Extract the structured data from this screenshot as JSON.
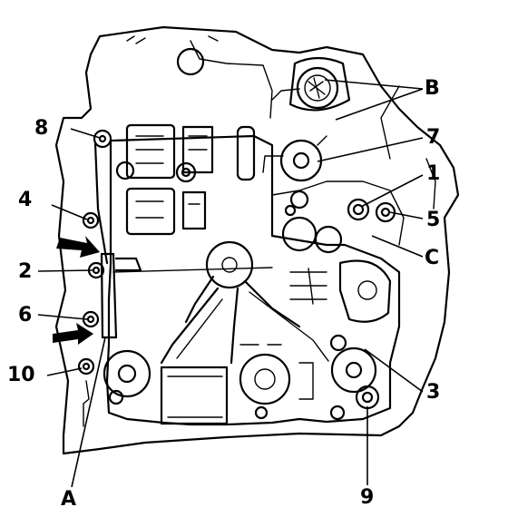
{
  "callouts": {
    "c1": "1",
    "c2": "2",
    "c3": "3",
    "c4": "4",
    "c5": "5",
    "c6": "6",
    "c7": "7",
    "c8": "8",
    "c9": "9",
    "c10": "10",
    "cA": "A",
    "cB": "B",
    "cC": "C"
  }
}
